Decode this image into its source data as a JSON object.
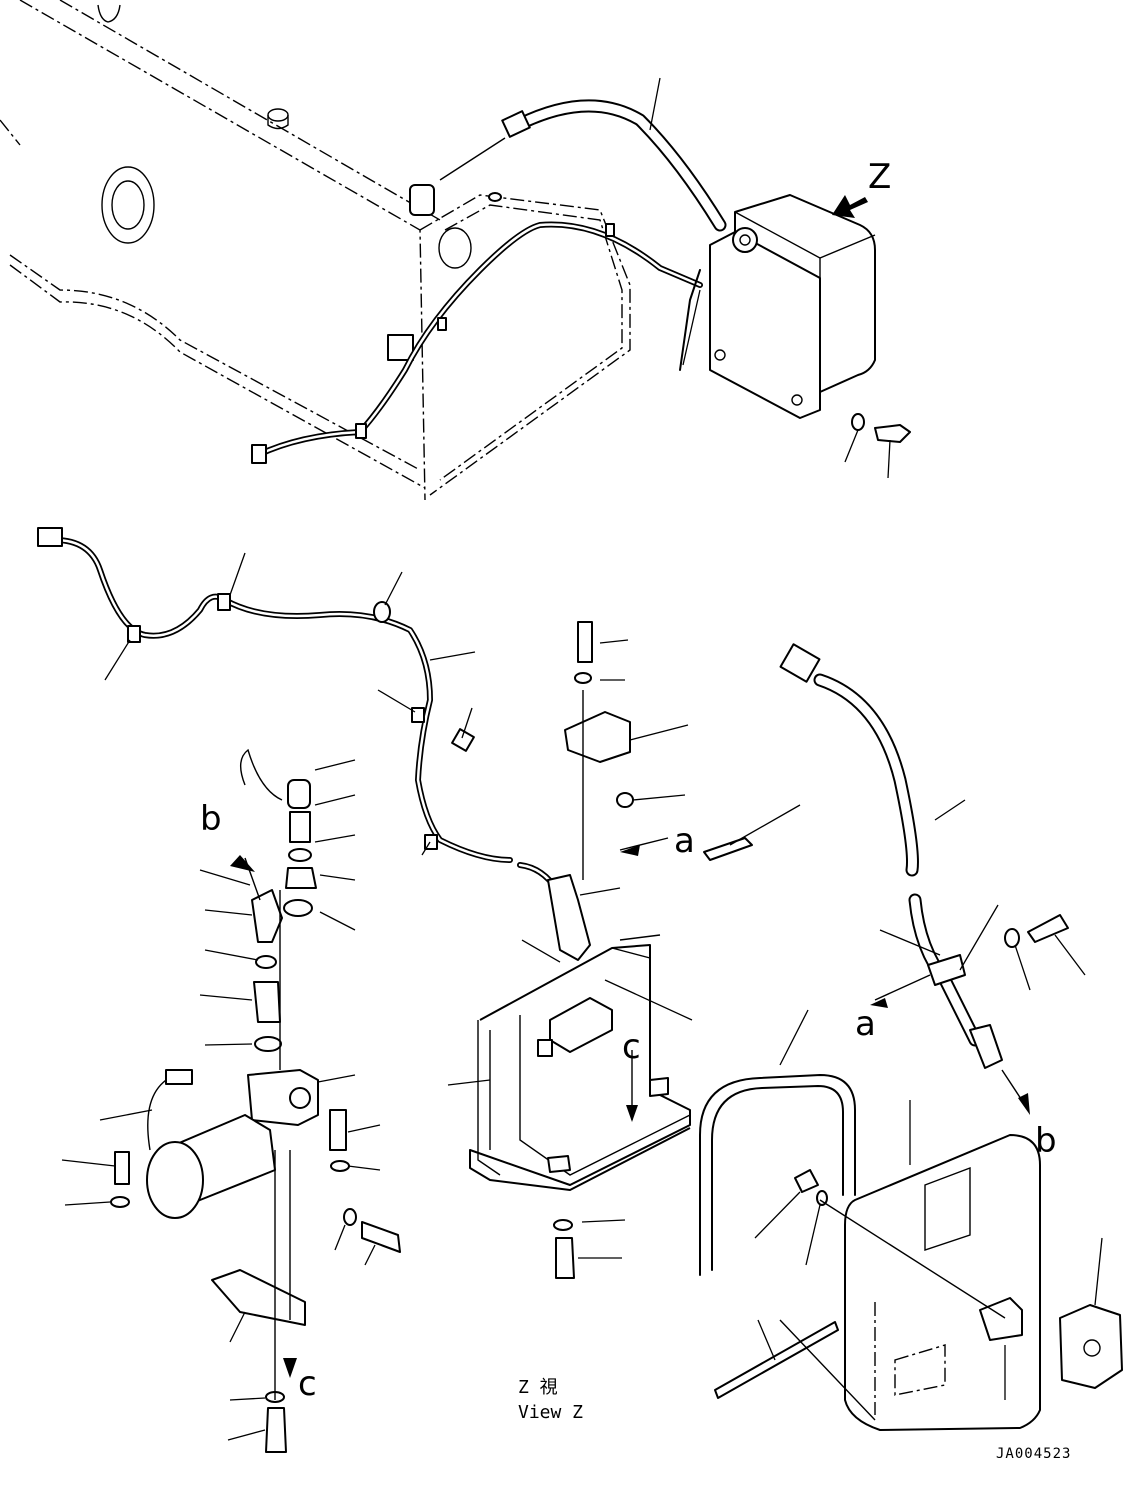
{
  "labels": {
    "view_marker": "Z",
    "ref_a_top": "a",
    "ref_a_bottom": "a",
    "ref_b_top": "b",
    "ref_b_bottom": "b",
    "ref_c_top": "c",
    "ref_c_bottom": "c"
  },
  "caption": {
    "line1": "Z   視",
    "line2": "View Z"
  },
  "drawing_code": "JA004523"
}
